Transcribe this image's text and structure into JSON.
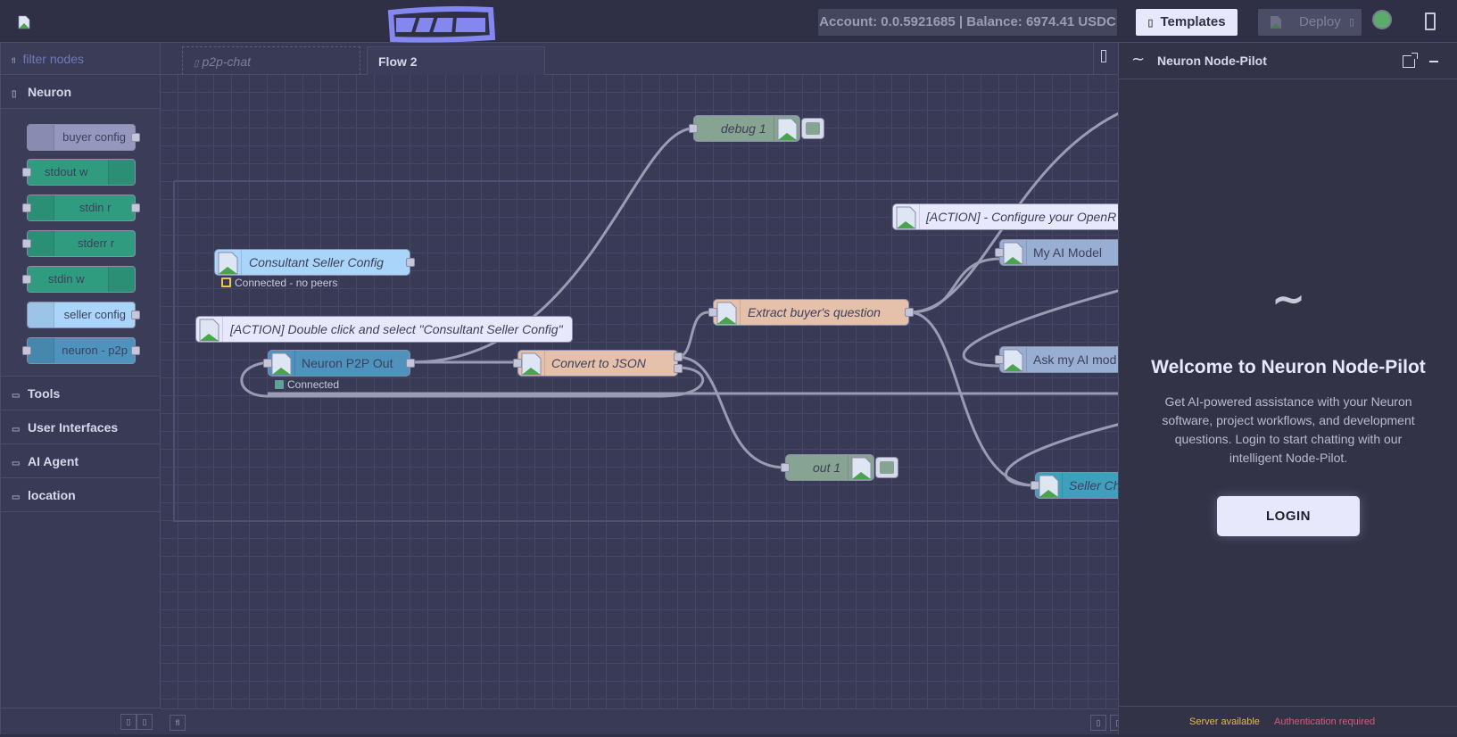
{
  "header": {
    "logo_alt": "logo",
    "account_text": "Account: 0.0.5921685 | Balance: 6974.41 USDC",
    "templates_label": "Templates",
    "deploy_label": "Deploy",
    "status_color": "#5bab6a"
  },
  "palette": {
    "filter_placeholder": "filter nodes",
    "categories": [
      {
        "label": "Neuron",
        "expanded": true
      },
      {
        "label": "Tools",
        "expanded": false
      },
      {
        "label": "User Interfaces",
        "expanded": false
      },
      {
        "label": "AI Agent",
        "expanded": false
      },
      {
        "label": "location",
        "expanded": false
      }
    ],
    "nodes": [
      {
        "label": "buyer config",
        "color": "#9597bf"
      },
      {
        "label": "stdout w",
        "color": "#2f9c80"
      },
      {
        "label": "stdin r",
        "color": "#2f9c80"
      },
      {
        "label": "stderr r",
        "color": "#2f9c80"
      },
      {
        "label": "stdin w",
        "color": "#2f9c80"
      },
      {
        "label": "seller config",
        "color": "#a9d5fb"
      },
      {
        "label": "neuron - p2p",
        "color": "#4d93bd"
      }
    ]
  },
  "workspace": {
    "tabs": [
      {
        "label": "p2p-chat",
        "disabled": true
      },
      {
        "label": "Flow 2",
        "active": true
      }
    ],
    "nodes": {
      "debug1": "debug 1",
      "consultant_seller_config": "Consultant Seller Config",
      "consultant_status": "Connected - no peers",
      "action_double_click": "[ACTION] Double click and select \"Consultant Seller Config\"",
      "neuron_p2p_out": "Neuron P2P Out",
      "p2p_status": "Connected",
      "convert_to_json": "Convert to JSON",
      "extract_question": "Extract buyer's question",
      "action_configure": "[ACTION] - Configure your OpenR",
      "my_ai_model": "My AI Model",
      "ask_my_ai": "Ask my AI mod",
      "out1": "out 1",
      "seller_ch": "Seller Ch"
    }
  },
  "pilot": {
    "title": "Neuron Node-Pilot",
    "welcome": "Welcome to Neuron Node-Pilot",
    "description": "Get AI-powered assistance with your Neuron software, project workflows, and development questions. Login to start chatting with our intelligent Node-Pilot.",
    "login_label": "LOGIN",
    "server_status": "Server available",
    "auth_status": "Authentication required"
  }
}
